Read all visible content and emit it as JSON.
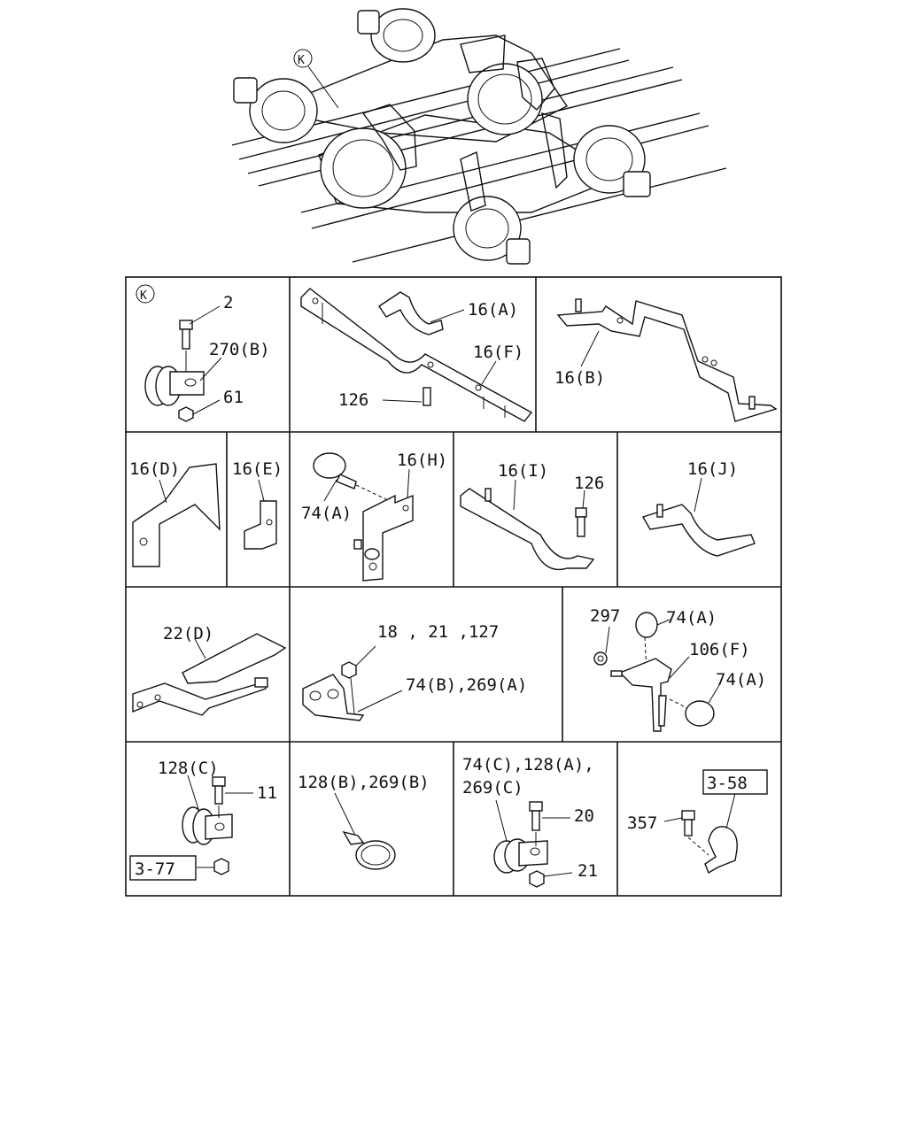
{
  "overview": {
    "callout": "K"
  },
  "cells": {
    "c1": {
      "tag": "K",
      "labels": [
        "2",
        "270(B)",
        "61"
      ]
    },
    "c2": {
      "labels": [
        "16(A)",
        "16(F)",
        "126"
      ]
    },
    "c3": {
      "labels": [
        "16(B)"
      ]
    },
    "c4": {
      "labels": [
        "16(D)"
      ]
    },
    "c5": {
      "labels": [
        "16(E)"
      ]
    },
    "c6": {
      "labels": [
        "16(H)",
        "74(A)"
      ]
    },
    "c7": {
      "labels": [
        "16(I)",
        "126"
      ]
    },
    "c8": {
      "labels": [
        "16(J)"
      ]
    },
    "c9": {
      "labels": [
        "22(D)"
      ]
    },
    "c10": {
      "labels": [
        "18 , 21 ,127",
        "74(B),269(A)"
      ]
    },
    "c11": {
      "labels": [
        "297",
        "74(A)",
        "106(F)",
        "74(A)"
      ]
    },
    "c12": {
      "labels": [
        "128(C)",
        "11"
      ],
      "ref": "3-77"
    },
    "c13": {
      "labels": [
        "128(B),269(B)"
      ]
    },
    "c14": {
      "labels": [
        "74(C),128(A),",
        "269(C)",
        "20",
        "21"
      ]
    },
    "c15": {
      "labels": [
        "357"
      ],
      "ref": "3-58"
    }
  }
}
